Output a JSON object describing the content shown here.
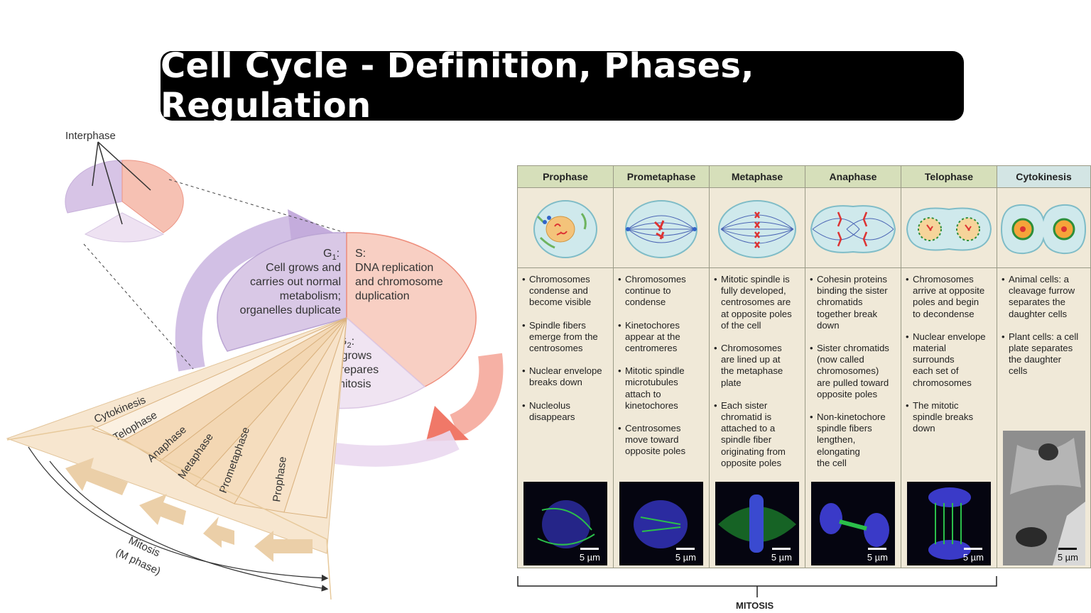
{
  "title": "Cell Cycle - Definition, Phases, Regulation",
  "cycle_diagram": {
    "interphase_label": "Interphase",
    "g1_head": "G",
    "g1_sub": "1",
    "g1_lines": [
      "Cell grows and",
      "carries out normal",
      "metabolism;",
      "organelles duplicate"
    ],
    "s_head": "S:",
    "s_lines": [
      "DNA replication",
      "and chromosome",
      "duplication"
    ],
    "g2_head": "G",
    "g2_sub": "2",
    "g2_lines": [
      "Cell grows",
      "and prepares",
      "for mitosis"
    ],
    "mitosis_wedge_label": "Mitosis",
    "fan_phases": [
      "Cytokinesis",
      "Telophase",
      "Anaphase",
      "Metaphase",
      "Prometaphase",
      "Prophase"
    ],
    "arc_label_1": "Mitosis",
    "arc_label_2": "(M phase)",
    "colors": {
      "g1": "#d9c8e6",
      "s": "#f6c9bd",
      "g2": "#efe2f0",
      "fan": "#f3d9b9",
      "arrow_purple": "#c9b6e0",
      "arrow_red": "#f08c7c"
    }
  },
  "mitosis_table": {
    "bracket_label": "MITOSIS",
    "columns": [
      {
        "name": "Prophase",
        "header_color": "#d6dfba",
        "bullets": [
          "Chromosomes\ncondense and\nbecome visible",
          "Spindle fibers\nemerge from the\ncentrosomes",
          "Nuclear envelope\nbreaks down",
          "Nucleolus\ndisappears"
        ],
        "scale": "5 µm"
      },
      {
        "name": "Prometaphase",
        "header_color": "#d6dfba",
        "bullets": [
          "Chromosomes\ncontinue to\ncondense",
          "Kinetochores\nappear at the\ncentromeres",
          "Mitotic spindle\nmicrotubules\nattach to\nkinetochores",
          "Centrosomes\nmove toward\nopposite poles"
        ],
        "scale": "5 µm"
      },
      {
        "name": "Metaphase",
        "header_color": "#d6dfba",
        "bullets": [
          "Mitotic spindle is\nfully developed,\ncentrosomes are\nat opposite poles\nof the cell",
          "Chromosomes\nare lined up at\nthe metaphase\nplate",
          "Each sister\nchromatid is\nattached to a\nspindle fiber\noriginating from\nopposite poles"
        ],
        "scale": "5 µm"
      },
      {
        "name": "Anaphase",
        "header_color": "#d6dfba",
        "bullets": [
          "Cohesin proteins\nbinding the sister\nchromatids\ntogether break\ndown",
          "Sister chromatids\n(now called\nchromosomes)\nare pulled toward\nopposite poles",
          "Non-kinetochore\nspindle fibers\nlengthen,\nelongating\nthe cell"
        ],
        "scale": "5 µm"
      },
      {
        "name": "Telophase",
        "header_color": "#d6dfba",
        "bullets": [
          "Chromosomes\narrive at opposite\npoles and begin\nto decondense",
          "Nuclear envelope\nmaterial\nsurrounds\neach set of\nchromosomes",
          "The mitotic\nspindle breaks\ndown"
        ],
        "scale": "5 µm"
      },
      {
        "name": "Cytokinesis",
        "header_color": "#d3e5e4",
        "bullets": [
          "Animal cells: a\ncleavage furrow\nseparates the\ndaughter cells",
          "Plant cells: a cell\nplate separates\nthe daughter\ncells"
        ],
        "scale": "5 µm"
      }
    ]
  }
}
